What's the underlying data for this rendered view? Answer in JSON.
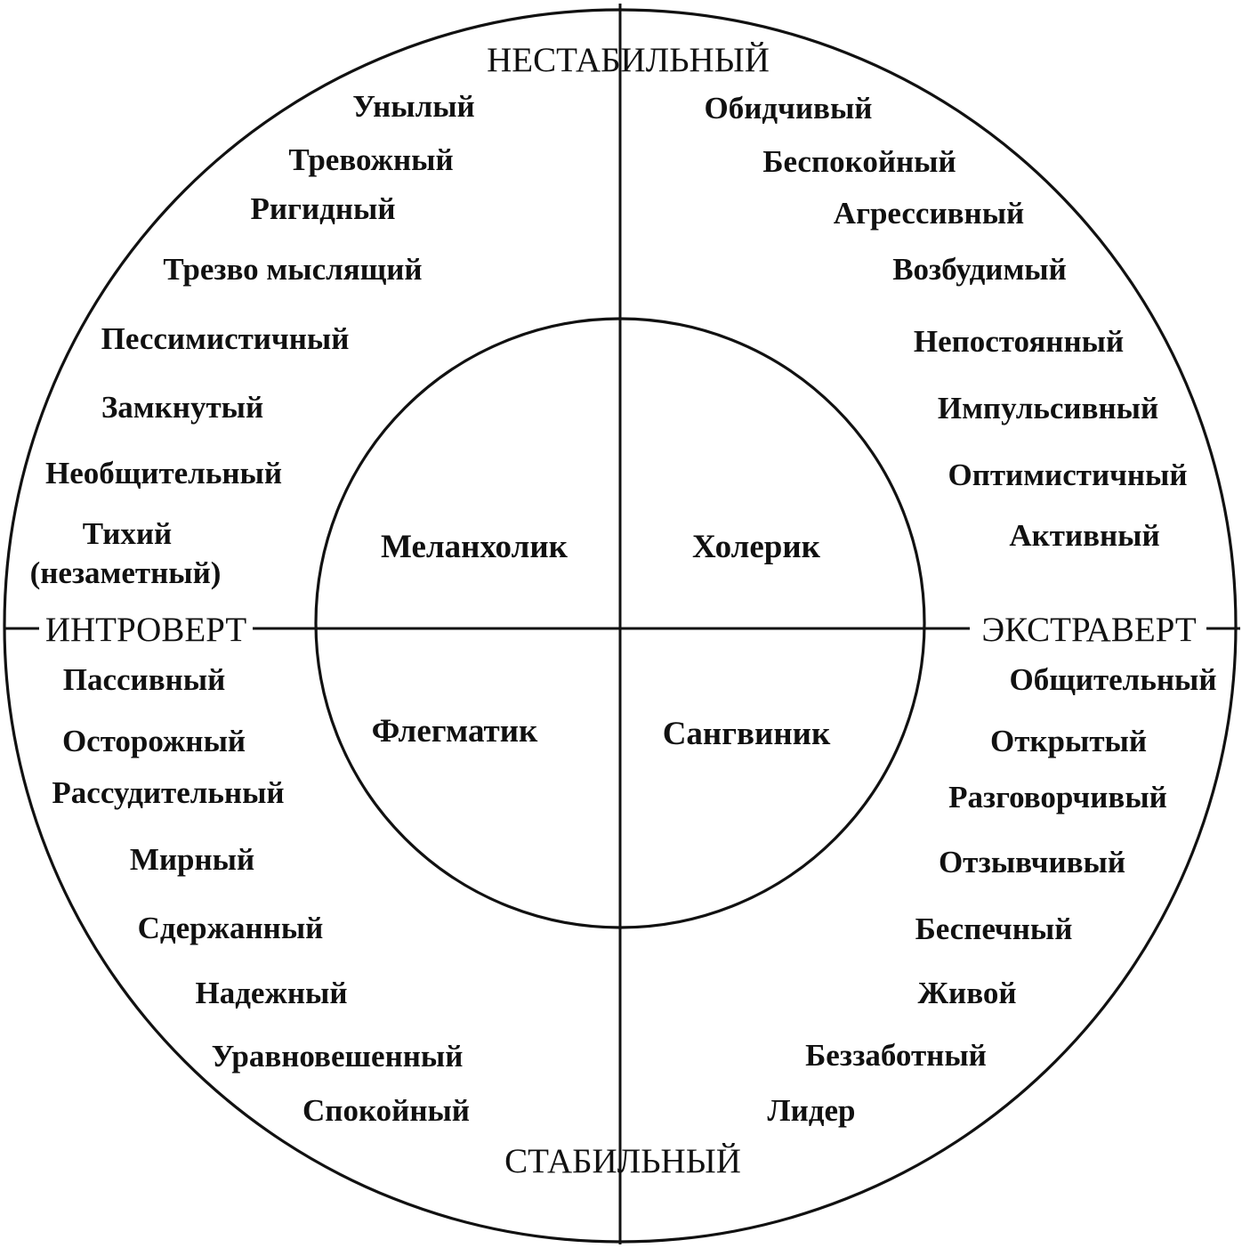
{
  "axes": {
    "top": "НЕСТАБИЛЬНЫЙ",
    "bottom": "СТАБИЛЬНЫЙ",
    "left": "ИНТРОВЕРТ",
    "right": "ЭКСТРАВЕРТ"
  },
  "temperaments": {
    "melancholic": "Меланхолик",
    "choleric": "Холерик",
    "phlegmatic": "Флегматик",
    "sanguine": "Сангвиник"
  },
  "traits": {
    "melancholic": [
      "Унылый",
      "Тревожный",
      "Ригидный",
      "Трезво мыслящий",
      "Пессимистичный",
      "Замкнутый",
      "Необщительный",
      "Тихий",
      "(незаметный)"
    ],
    "choleric": [
      "Обидчивый",
      "Беспокойный",
      "Агрессивный",
      "Возбудимый",
      "Непостоянный",
      "Импульсивный",
      "Оптимистичный",
      "Активный"
    ],
    "phlegmatic": [
      "Пассивный",
      "Осторожный",
      "Рассудительный",
      "Мирный",
      "Сдержанный",
      "Надежный",
      "Уравновешенный",
      "Спокойный"
    ],
    "sanguine": [
      "Общительный",
      "Открытый",
      "Разговорчивый",
      "Отзывчивый",
      "Беспечный",
      "Живой",
      "Беззаботный",
      "Лидер"
    ]
  },
  "colors": {
    "ink": "#111111",
    "background": "#ffffff"
  }
}
